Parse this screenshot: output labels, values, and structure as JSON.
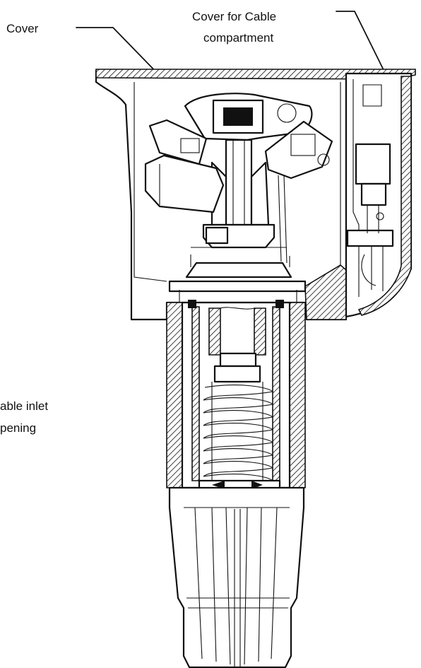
{
  "labels": {
    "cover": "Cover",
    "cable_cover_line1": "Cover for Cable",
    "cable_cover_line2": "compartment",
    "cable_inlet_line1": "able inlet",
    "cable_inlet_line2": "pening"
  }
}
